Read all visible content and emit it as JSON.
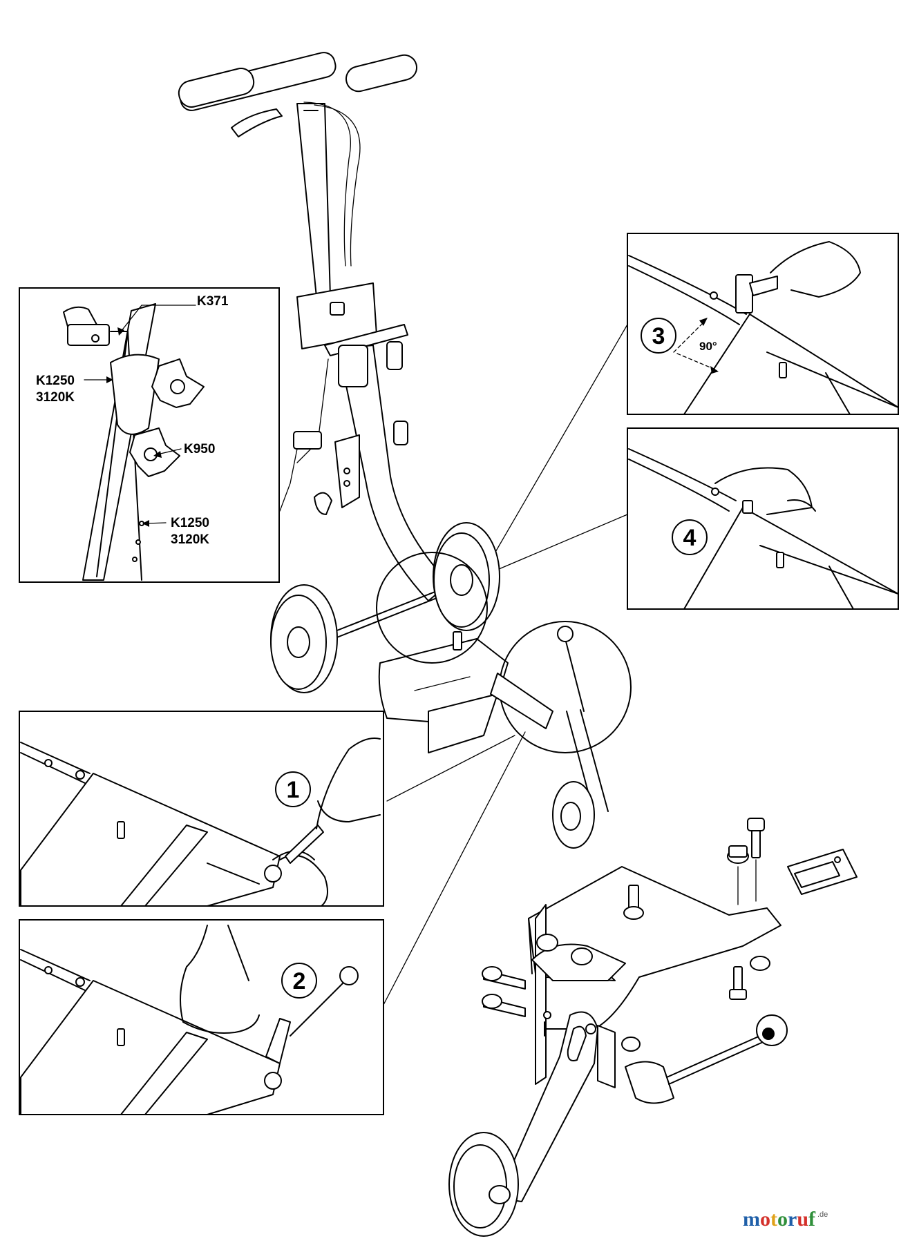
{
  "labels": {
    "k371": "K371",
    "k1250_top_a": "K1250",
    "k1250_top_b": "3120K",
    "k950": "K950",
    "k1250_bot_a": "K1250",
    "k1250_bot_b": "3120K",
    "angle": "90°"
  },
  "steps": [
    "1",
    "2",
    "3",
    "4"
  ],
  "watermark": {
    "brand": [
      "m",
      "o",
      "t",
      "o",
      "r",
      "u",
      "f"
    ],
    "brand_colors": [
      "#1f5fa8",
      "#d4312b",
      "#e0a21a",
      "#2f8f3a",
      "#1f5fa8",
      "#d4312b",
      "#2f8f3a"
    ],
    "suffix": ".de"
  }
}
